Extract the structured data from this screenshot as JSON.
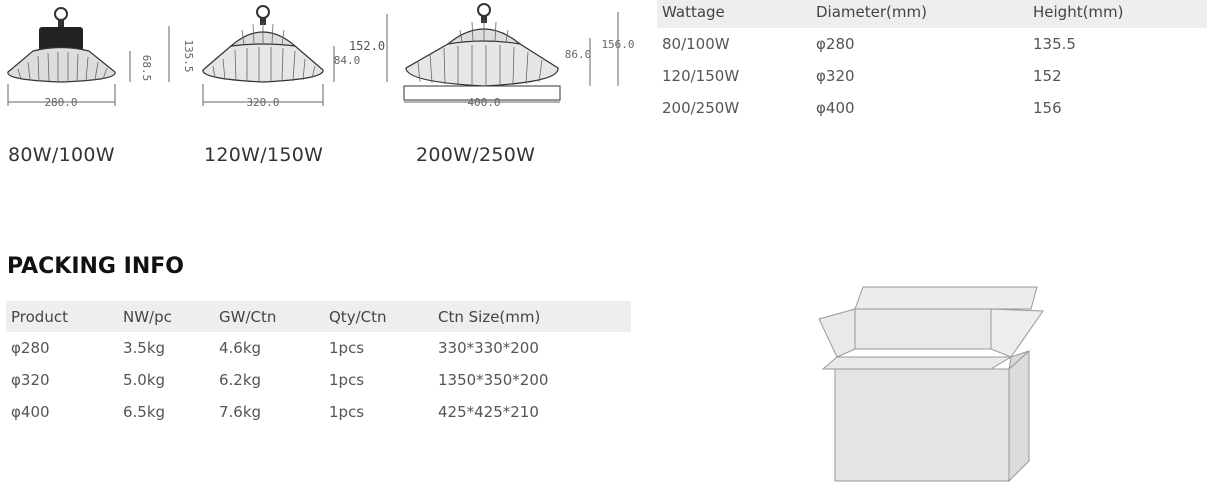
{
  "lamps": [
    {
      "label": "80W/100W",
      "diameter_dim": "280.0",
      "height_dim": "135.5",
      "body_dim": "68.5"
    },
    {
      "label": "120W/150W",
      "diameter_dim": "320.0",
      "height_dim": "152.0",
      "body_dim": "84.0"
    },
    {
      "label": "200W/250W",
      "diameter_dim": "400.0",
      "height_dim": "156.0",
      "body_dim": "86.0"
    }
  ],
  "spec_table": {
    "headers": [
      "Wattage",
      "Diameter(mm)",
      "Height(mm)"
    ],
    "rows": [
      [
        "80/100W",
        "φ280",
        "135.5"
      ],
      [
        "120/150W",
        "φ320",
        "152"
      ],
      [
        "200/250W",
        "φ400",
        "156"
      ]
    ]
  },
  "packing": {
    "title": "PACKING INFO",
    "headers": [
      "Product",
      "NW/pc",
      "GW/Ctn",
      "Qty/Ctn",
      "Ctn Size(mm)"
    ],
    "rows": [
      [
        "φ280",
        "3.5kg",
        "4.6kg",
        "1pcs",
        "330*330*200"
      ],
      [
        "φ320",
        "5.0kg",
        "6.2kg",
        "1pcs",
        "1350*350*200"
      ],
      [
        "φ400",
        "6.5kg",
        "7.6kg",
        "1pcs",
        "425*425*210"
      ]
    ]
  },
  "colors": {
    "header_bg": "#eeeeee",
    "text": "#555555",
    "title": "#111111"
  }
}
